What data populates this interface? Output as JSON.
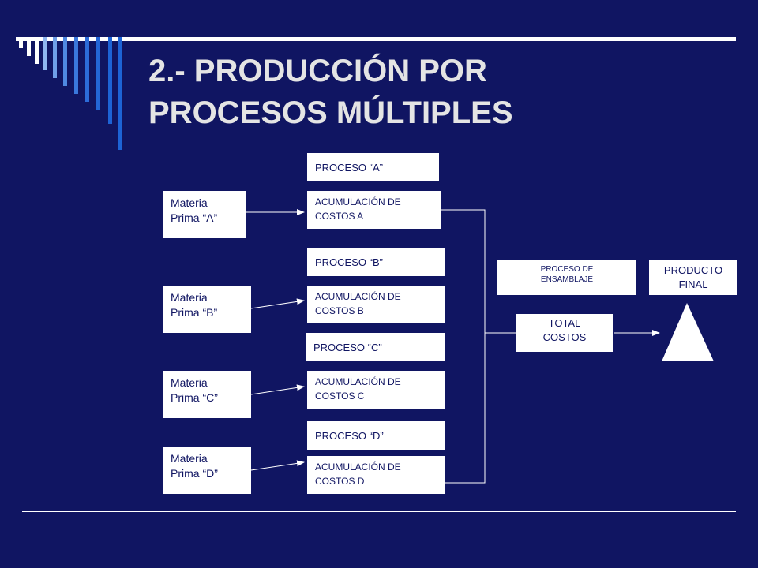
{
  "slide": {
    "title_line1": "2.- PRODUCCIÓN POR",
    "title_line2": "PROCESOS MÚLTIPLES"
  },
  "materias": [
    {
      "line1": "Materia",
      "line2": "Prima “A”"
    },
    {
      "line1": "Materia",
      "line2": "Prima “B”"
    },
    {
      "line1": "Materia",
      "line2": "Prima “C”"
    },
    {
      "line1": "Materia",
      "line2": "Prima “D”"
    }
  ],
  "procesos": [
    "PROCESO  “A”",
    "PROCESO  “B”",
    "PROCESO  “C”",
    "PROCESO  “D”"
  ],
  "acumulaciones": [
    {
      "line1": "ACUMULACIÓN DE",
      "line2": "COSTOS  A"
    },
    {
      "line1": "ACUMULACIÓN DE",
      "line2": "COSTOS B"
    },
    {
      "line1": "ACUMULACIÓN DE",
      "line2": "COSTOS C"
    },
    {
      "line1": "ACUMULACIÓN DE",
      "line2": "COSTOS D"
    }
  ],
  "ensamblaje": {
    "line1": "PROCESO DE",
    "line2": "ENSAMBLAJE"
  },
  "total": {
    "line1": "TOTAL",
    "line2": "COSTOS"
  },
  "producto": {
    "line1": "PRODUCTO",
    "line2": "FINAL"
  },
  "colors": {
    "background": "#101562",
    "box": "#ffffff",
    "text": "#101562",
    "deco_blue": "#1d63d6",
    "title": "#e4e4e4"
  }
}
